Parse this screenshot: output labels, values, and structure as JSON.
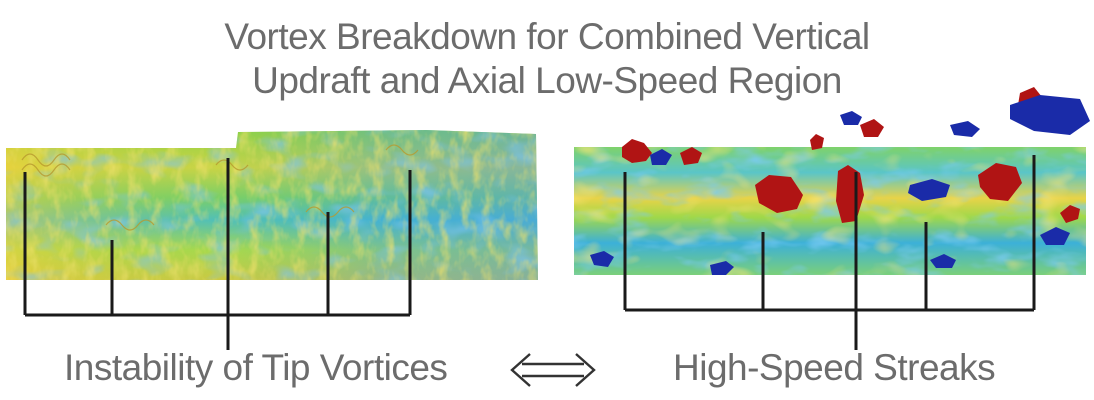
{
  "title": {
    "line1": "Vortex Breakdown for Combined Vertical",
    "line2": "Updraft and Axial Low-Speed Region"
  },
  "captions": {
    "left": "Instability of Tip Vortices",
    "right": "High-Speed Streaks"
  },
  "icons": {
    "arrow": "double-headed-arrow-icon"
  },
  "colors": {
    "text": "#6c6c6c",
    "bracket": "#1a1a1a",
    "field_green": "#7bd13b",
    "field_yellow": "#e9d23a",
    "field_cyan": "#2fb7d6",
    "field_blue": "#2f6fd0",
    "vortex_gold": "#c9a93a",
    "streak_red": "#b01414",
    "streak_blue": "#1a2ba8"
  }
}
